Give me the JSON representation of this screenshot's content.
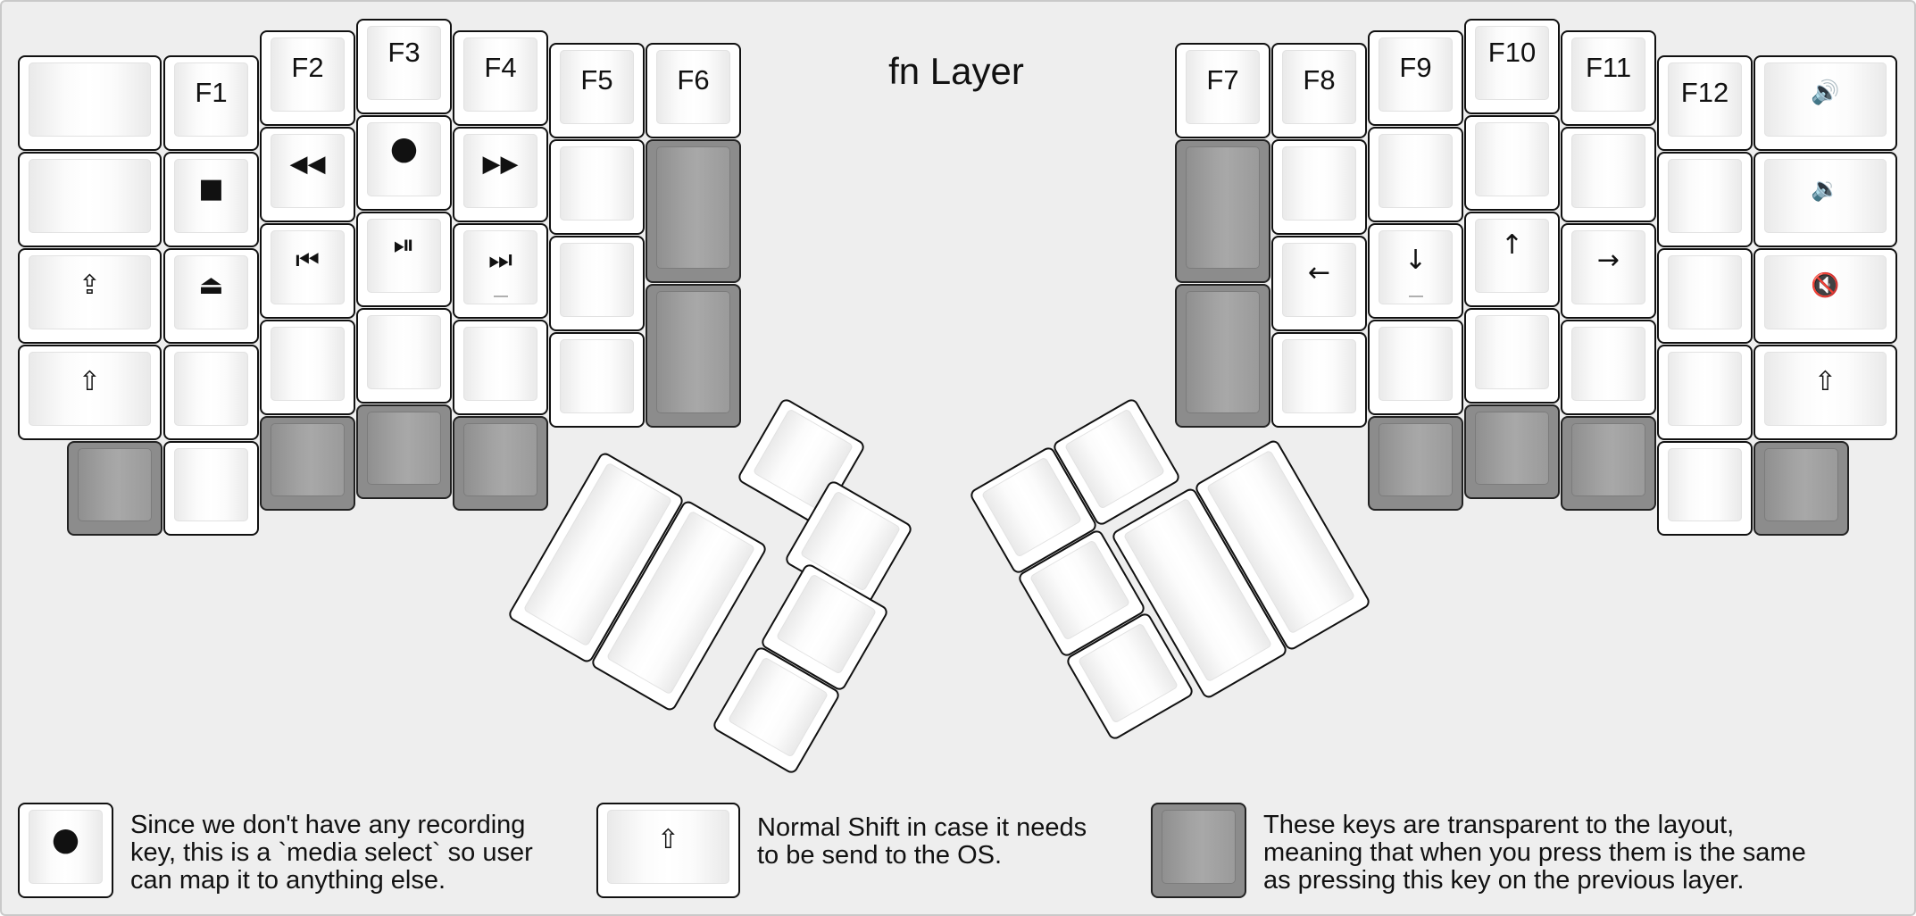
{
  "title": "fn Layer",
  "legend": [
    {
      "symbol": "●",
      "text": [
        "Since we don't have any recording",
        "key, this is a `media select` so user",
        "can map it to anything else."
      ]
    },
    {
      "symbol": "⇧",
      "text": [
        "Normal Shift in case it needs",
        "to be send to the OS."
      ]
    },
    {
      "symbol": "",
      "text": [
        "These keys are transparent to the layout,",
        "meaning that when you press them is the same",
        "as pressing this key on the previous layer."
      ]
    }
  ],
  "left_hand": {
    "labels": {
      "f1": "F1",
      "f2": "F2",
      "f3": "F3",
      "f4": "F4",
      "f5": "F5",
      "f6": "F6",
      "stop": "■",
      "rewind": "◀◀",
      "media_select": "●",
      "fast_forward": "▶▶",
      "caps_shift": "⇪",
      "eject": "⏏",
      "prev_track": "⏮",
      "play_pause": "⏯",
      "next_track": "⏭",
      "shift": "⇧"
    },
    "icons": {
      "stop": "stop-icon",
      "rewind": "rewind-icon",
      "media_select": "record-icon",
      "fast_forward": "fast-forward-icon",
      "caps_shift": "caps-lock-shift-icon",
      "eject": "eject-icon",
      "prev_track": "previous-track-icon",
      "play_pause": "play-pause-icon",
      "next_track": "next-track-icon",
      "shift": "shift-icon"
    }
  },
  "right_hand": {
    "labels": {
      "f7": "F7",
      "f8": "F8",
      "f9": "F9",
      "f10": "F10",
      "f11": "F11",
      "f12": "F12",
      "vol_up": "🔊",
      "vol_down": "🔉",
      "mute": "🔇",
      "left": "←",
      "down": "↓",
      "up": "↑",
      "right": "→",
      "shift": "⇧"
    },
    "icons": {
      "vol_up": "volume-up-icon",
      "vol_down": "volume-down-icon",
      "mute": "mute-icon",
      "left": "left-arrow-icon",
      "down": "down-arrow-icon",
      "up": "up-arrow-icon",
      "right": "right-arrow-icon",
      "shift": "shift-icon"
    }
  },
  "colors": {
    "background": "#eeeeee",
    "key": "#ffffff",
    "transparent_key": "#8c8c8c",
    "outline": "#111111"
  }
}
